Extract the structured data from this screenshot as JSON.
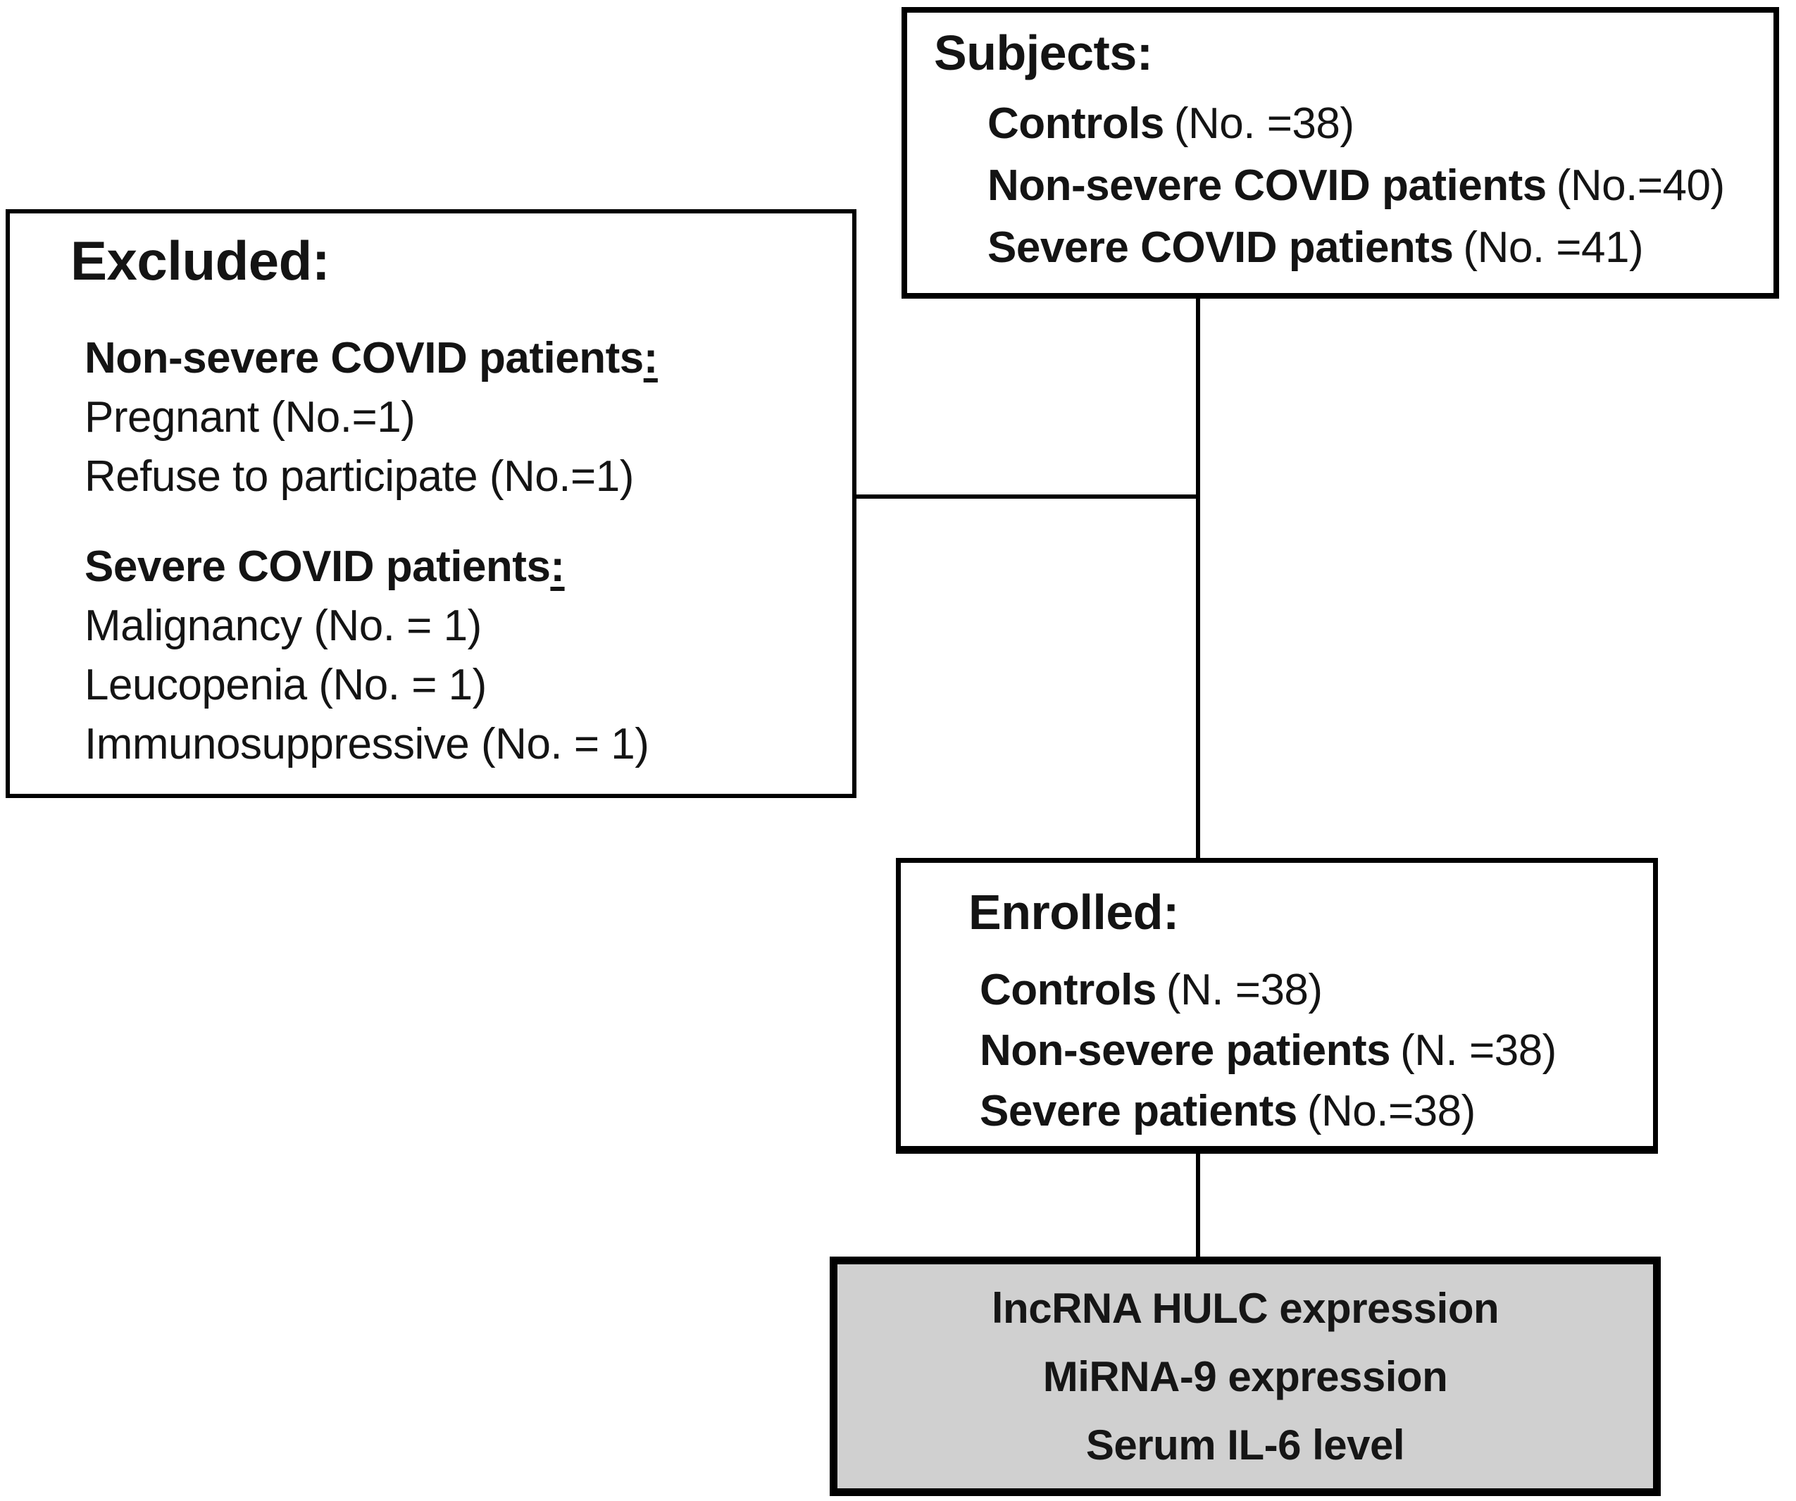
{
  "figure": {
    "background": "#ffffff",
    "line_color": "#000000",
    "text_color": "#141414",
    "outcome_fill": "#d0d0d0"
  },
  "subjects_box": {
    "title": "Subjects:",
    "items": [
      {
        "name": "Controls",
        "count": "(No. =38)"
      },
      {
        "name": "Non-severe COVID patients",
        "count": "(No.=40)"
      },
      {
        "name": "Severe COVID patients",
        "count": "(No. =41)"
      }
    ]
  },
  "excluded_box": {
    "title": "Excluded:",
    "groups": [
      {
        "heading": "Non-severe COVID patients",
        "colon": ":",
        "items": [
          "Pregnant (No.=1)",
          "Refuse to participate (No.=1)"
        ]
      },
      {
        "heading": "Severe COVID patients",
        "colon": ":",
        "items": [
          "Malignancy (No. = 1)",
          "Leucopenia (No. = 1)",
          "Immunosuppressive (No. = 1)"
        ]
      }
    ]
  },
  "enrolled_box": {
    "title": "Enrolled:",
    "items": [
      {
        "name": "Controls",
        "count": "(N. =38)"
      },
      {
        "name": "Non-severe patients",
        "count": "(N. =38)"
      },
      {
        "name": "Severe patients",
        "count": "(No.=38)"
      }
    ]
  },
  "outcome_box": {
    "lines": [
      "lncRNA HULC expression",
      "MiRNA-9 expression",
      "Serum IL-6 level"
    ]
  }
}
